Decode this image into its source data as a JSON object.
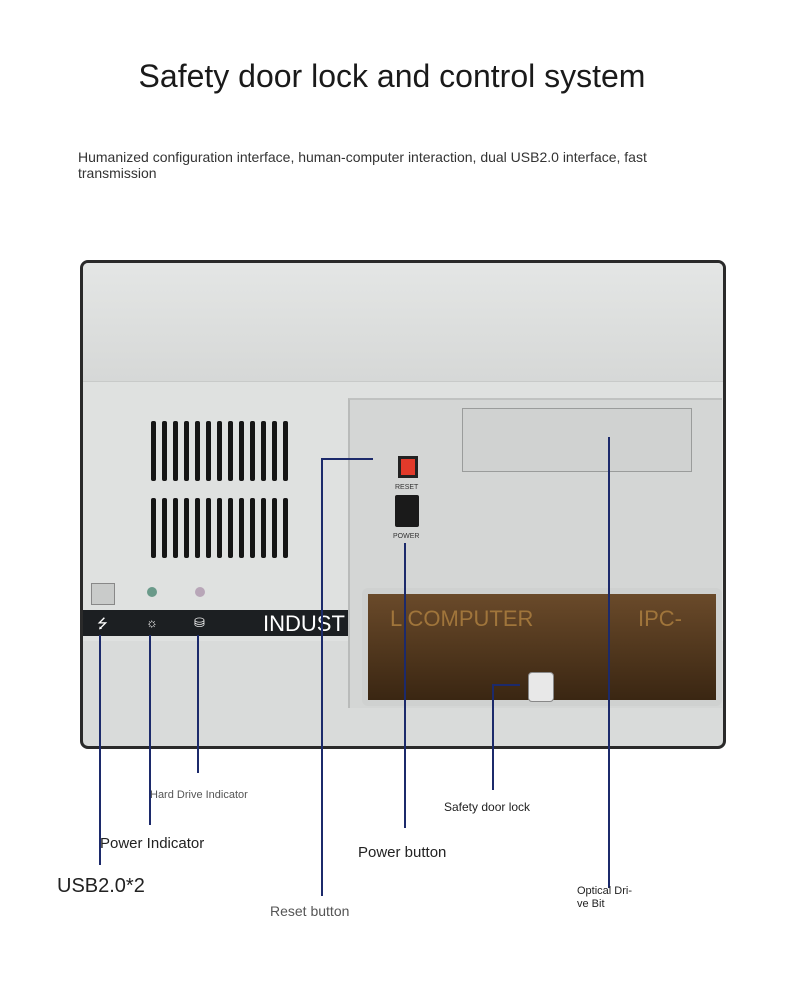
{
  "title": "Safety door lock and control system",
  "subtitle": "Humanized configuration interface, human-computer interaction, dual USB2.0 interface, fast transmission",
  "panel": {
    "brand_text": "INDUST",
    "door_text": "L COMPUTER",
    "door_text2": "IPC-",
    "reset_label": "RESET",
    "power_label": "POWER"
  },
  "callouts": {
    "hdd": "Hard Drive Indicator",
    "power_indicator": "Power Indicator",
    "usb": "USB2.0*2",
    "reset": "Reset button",
    "power_button": "Power button",
    "door_lock": "Safety door lock",
    "optical": "Optical Dri-\nve Bit"
  },
  "colors": {
    "line": "#1c2a6b",
    "reset": "#e23a2a"
  }
}
